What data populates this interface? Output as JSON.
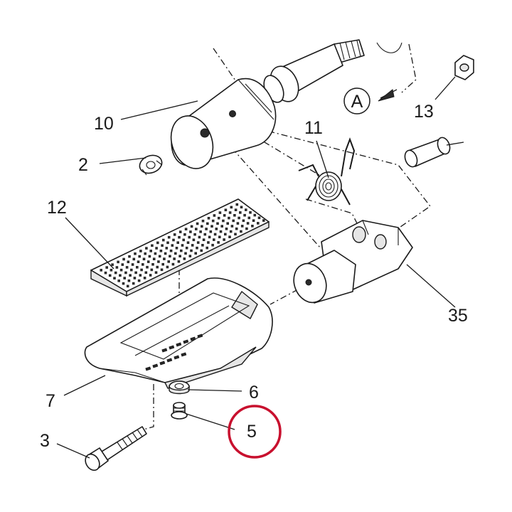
{
  "diagram": {
    "callouts": {
      "p10": "10",
      "p2": "2",
      "p11": "11",
      "p13": "13",
      "p12": "12",
      "p35": "35",
      "p7": "7",
      "p6": "6",
      "p5": "5",
      "p3": "3",
      "view_a": "A"
    },
    "highlighted_part": "5",
    "highlight_color": "#c8102e",
    "line_color": "#1a1a1a"
  }
}
